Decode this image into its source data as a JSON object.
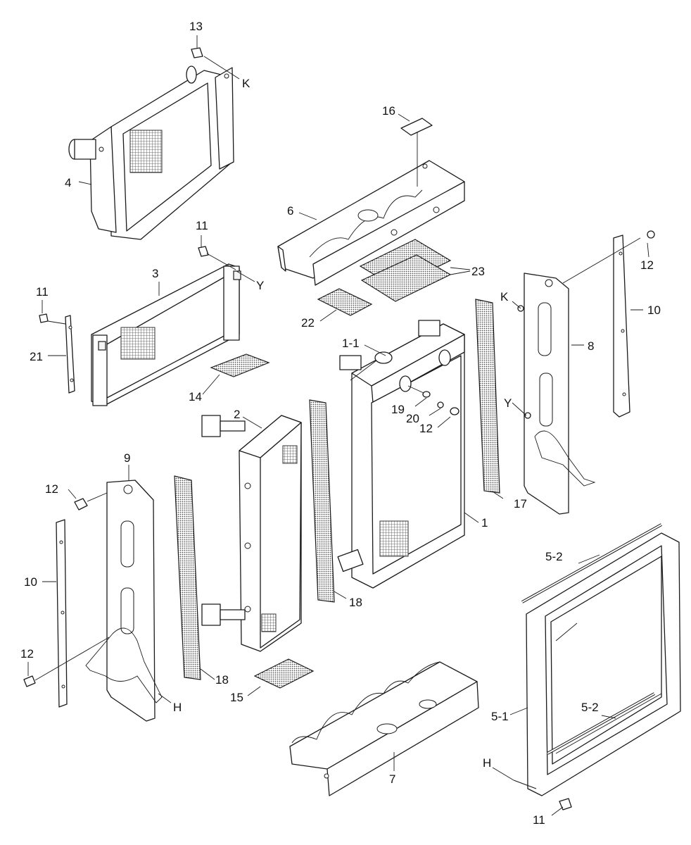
{
  "labels": {
    "n13": "13",
    "nK_top": "K",
    "n4": "4",
    "n16": "16",
    "n6": "6",
    "n11_a": "11",
    "n3": "3",
    "nY_left": "Y",
    "n11_b": "11",
    "n21": "21",
    "n12_top": "12",
    "n10_right": "10",
    "nK_right": "K",
    "n8": "8",
    "n23": "23",
    "n22": "22",
    "n1_1": "1-1",
    "n14": "14",
    "n19": "19",
    "n20": "20",
    "n12_mid": "12",
    "nY_right": "Y",
    "n2": "2",
    "n9": "9",
    "n12_left": "12",
    "n17": "17",
    "n1": "1",
    "n10_left": "10",
    "n5_2_top": "5-2",
    "n18_mid": "18",
    "n12_low": "12",
    "n18_left": "18",
    "nH_left": "H",
    "n15": "15",
    "n5_2_mid": "5-2",
    "n5_1": "5-1",
    "n7": "7",
    "nH_right": "H",
    "n11_c": "11"
  },
  "colors": {
    "line": "#1a1a1a",
    "background": "#ffffff",
    "mesh": "#555555"
  }
}
